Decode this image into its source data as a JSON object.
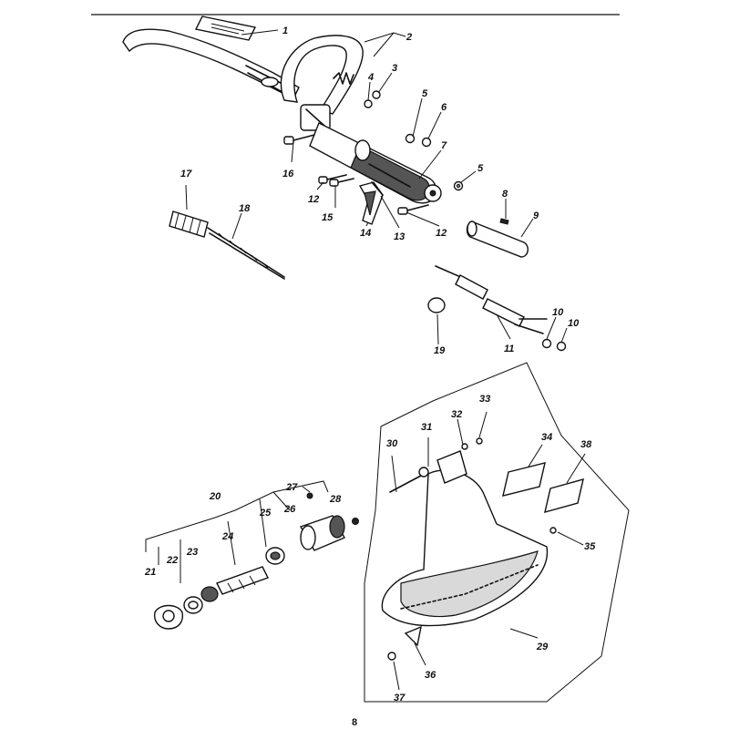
{
  "page_number": "8",
  "callouts": [
    "1",
    "2",
    "3",
    "4",
    "5",
    "6",
    "16",
    "7",
    "5",
    "17",
    "18",
    "12",
    "15",
    "14",
    "13",
    "12",
    "8",
    "9",
    "19",
    "11",
    "10",
    "10",
    "20",
    "27",
    "28",
    "26",
    "25",
    "24",
    "23",
    "22",
    "21",
    "30",
    "31",
    "32",
    "33",
    "34",
    "38",
    "35",
    "29",
    "36",
    "37"
  ]
}
